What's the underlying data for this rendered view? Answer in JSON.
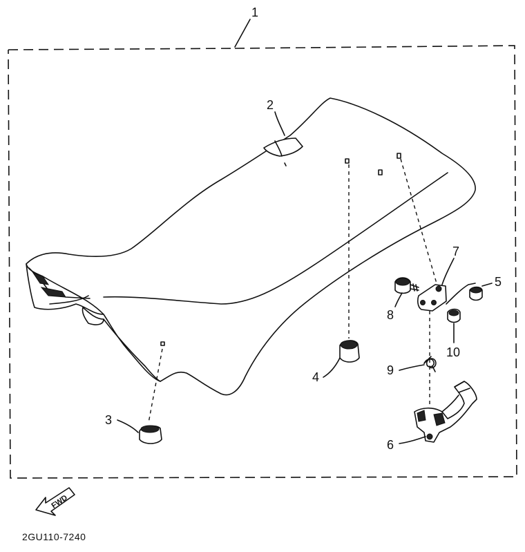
{
  "diagram": {
    "part_labels": {
      "p1": "1",
      "p2": "2",
      "p3": "3",
      "p4": "4",
      "p5": "5",
      "p6": "6",
      "p7": "7",
      "p8": "8",
      "p9": "9",
      "p10": "10"
    },
    "fwd_label": "FWD",
    "diagram_code": "2GU110-7240"
  }
}
